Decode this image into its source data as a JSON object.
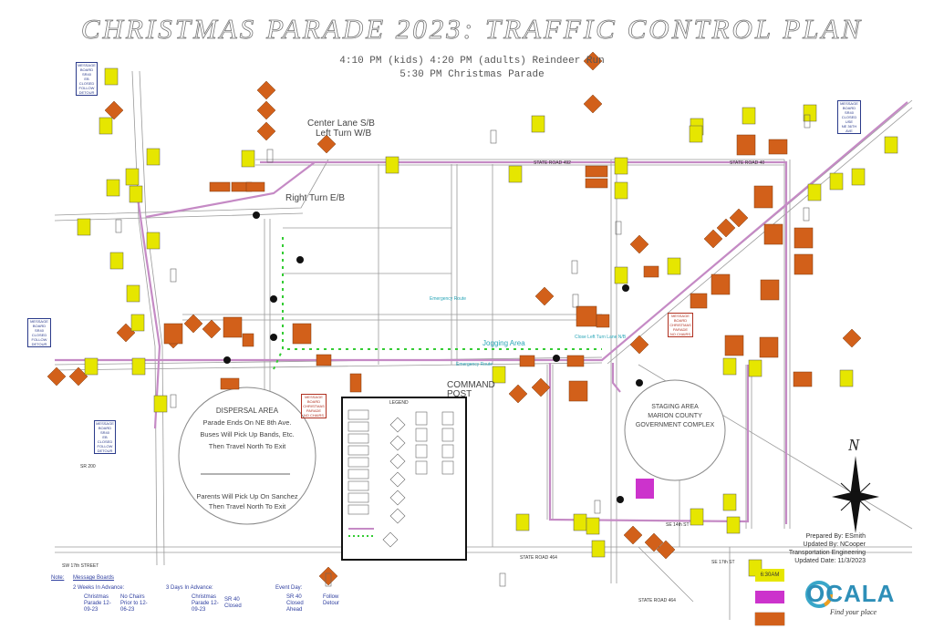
{
  "title": "CHRISTMAS PARADE 2023: TRAFFIC CONTROL PLAN",
  "subtitle_line1": "4:10 PM (kids) 4:20 PM (adults) Reindeer Run",
  "subtitle_line2": "5:30 PM Christmas Parade",
  "labels": {
    "center_lane": "Center Lane S/B",
    "left_turn": "Left Turn W/B",
    "right_turn": "Right Turn E/B",
    "jogging_area": "Jogging Area",
    "command_post": "COMMAND POST",
    "emergency_route_1": "Emergency Route",
    "emergency_route_2": "Emergency Route",
    "close_left_turn": "Close Left Turn Lane N/B",
    "legend_title": "LEGEND",
    "state_road_464": "STATE ROAD 464",
    "state_road_464_b": "STATE ROAD 464",
    "sr_200": "SR 200",
    "sw_17th": "SW 17th STREET",
    "se_14th": "SE 14th ST",
    "se_17th": "SE 17th ST",
    "state_road_492": "STATE ROAD 492",
    "east_kwy": "STATE ROAD 40"
  },
  "dispersal": {
    "heading": "DISPERSAL AREA",
    "line1": "Parade Ends On NE 8th Ave.",
    "line2": "Buses Will Pick Up Bands, Etc.",
    "line3": "Then Travel North To Exit",
    "line4": "Parents Will Pick Up On Sanchez",
    "line5": "Then Travel North To Exit"
  },
  "staging": {
    "heading": "STAGING AREA",
    "line1": "MARION COUNTY",
    "line2": "GOVERNMENT COMPLEX"
  },
  "message_boards": [
    {
      "lines": [
        "MESSAGE BOARD",
        "SR40",
        "EB",
        "CLOSED",
        "FOLLOW DETOUR"
      ]
    },
    {
      "lines": [
        "MESSAGE BOARD",
        "SR40",
        "CLOSED",
        "USE",
        "NE 36TH AVE"
      ]
    },
    {
      "lines": [
        "MESSAGE BOARD",
        "SR40",
        "CLOSED",
        "FOLLOW DETOUR"
      ]
    },
    {
      "lines": [
        "MESSAGE BOARD",
        "SR40",
        "EB",
        "CLOSED",
        "FOLLOW DETOUR"
      ]
    },
    {
      "lines": [
        "MESSAGE BOARD",
        "CHRISTMAS PARADE",
        "NO CHAIRS"
      ]
    },
    {
      "lines": [
        "MESSAGE BOARD",
        "CHRISTMAS PARADE",
        "NO CHAIRS"
      ]
    }
  ],
  "notes": {
    "note_label": "Note:",
    "message_boards": "Message Boards",
    "two_weeks": "2 Weeks In Advance:",
    "christmas_parade_date": "Christmas Parade 12-09-23",
    "no_chairs": "No Chairs Prior to 12-06-23",
    "three_days": "3 Days In Advance:",
    "christmas_parade_date2": "Christmas Parade 12-09-23",
    "sr40_closed": "SR 40 Closed",
    "event_day": "Event Day:",
    "sr40_closed_ahead": "SR 40 Closed Ahead",
    "follow_detour": "Follow Detour"
  },
  "credits": {
    "prepared": "Prepared By: ESmith",
    "updated_by": "Updated By: NCooper",
    "dept": "Transportation Engineering",
    "updated_date": "Updated Date: 11/3/2023"
  },
  "time_swatches": [
    {
      "label": "6:30AM",
      "color": "#e6e600"
    },
    {
      "label": "",
      "color": "#cc33cc"
    },
    {
      "label": "",
      "color": "#d2601a"
    }
  ],
  "logo": {
    "word": "OCALA",
    "tagline": "Find your place"
  },
  "compass": "N",
  "colors": {
    "route": "#c58ac5",
    "barricade": "#d2601a",
    "sign": "#e6e600",
    "jog": "#33cc33"
  }
}
